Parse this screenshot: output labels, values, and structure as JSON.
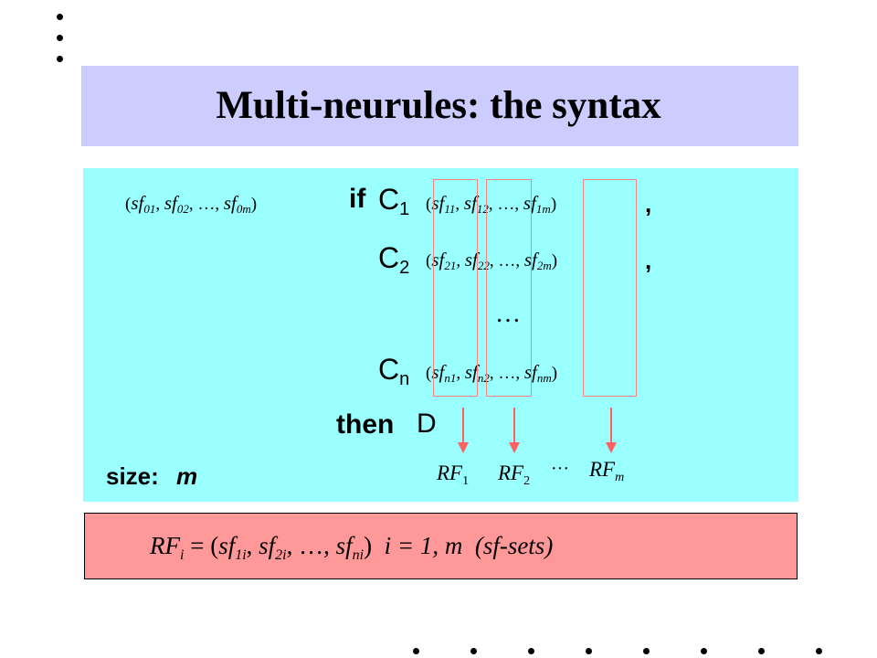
{
  "slide": {
    "title": "Multi-neurules: the syntax",
    "rule": {
      "conclusion_args": [
        {
          "base": "sf",
          "sub": "01",
          "sep": ", "
        },
        {
          "base": "sf",
          "sub": "02",
          "sep": ", "
        },
        {
          "ellipsis": "…",
          "sep": ", "
        },
        {
          "base": "sf",
          "sub": "0m",
          "sep": ""
        }
      ],
      "if_keyword": "if",
      "conditions": [
        {
          "label": "C",
          "sub": "1",
          "args": [
            {
              "base": "sf",
              "sub": "11"
            },
            {
              "base": "sf",
              "sub": "12"
            },
            {
              "base": "sf",
              "sub": "1m"
            }
          ],
          "trailing": ","
        },
        {
          "label": "C",
          "sub": "2",
          "args": [
            {
              "base": "sf",
              "sub": "21"
            },
            {
              "base": "sf",
              "sub": "22"
            },
            {
              "base": "sf",
              "sub": "2m"
            }
          ],
          "trailing": ","
        },
        {
          "label": "C",
          "sub": "n",
          "args": [
            {
              "base": "sf",
              "sub": "n1"
            },
            {
              "base": "sf",
              "sub": "n2"
            },
            {
              "base": "sf",
              "sub": "nm"
            }
          ],
          "trailing": ""
        }
      ],
      "ellipsis": "…",
      "arg_ellipsis": "…",
      "then_keyword": "then",
      "decision": "D",
      "size_label": "size:",
      "size_value": "m"
    },
    "rf_labels": [
      {
        "base": "RF",
        "sub": "1"
      },
      {
        "base": "RF",
        "sub": "2"
      },
      {
        "base": "RF",
        "sub": "m"
      }
    ],
    "rf_ellipsis": "···",
    "definition": {
      "lhs_base": "RF",
      "lhs_sub": "i",
      "equals": "=",
      "rhs_prefix": "(",
      "rhs_terms": [
        {
          "base": "sf",
          "sub": "1i"
        },
        {
          "base": "sf",
          "sub": "2i"
        },
        {
          "base": "sf",
          "sub": "ni"
        }
      ],
      "rhs_ellipsis": "…",
      "rhs_suffix": ")",
      "range": "i = 1, m",
      "note": "(sf-sets)"
    }
  },
  "colors": {
    "title_bg": "#ccccff",
    "rule_bg": "#99ffff",
    "definition_bg": "#ff9999",
    "column_box": "#ff8080"
  }
}
